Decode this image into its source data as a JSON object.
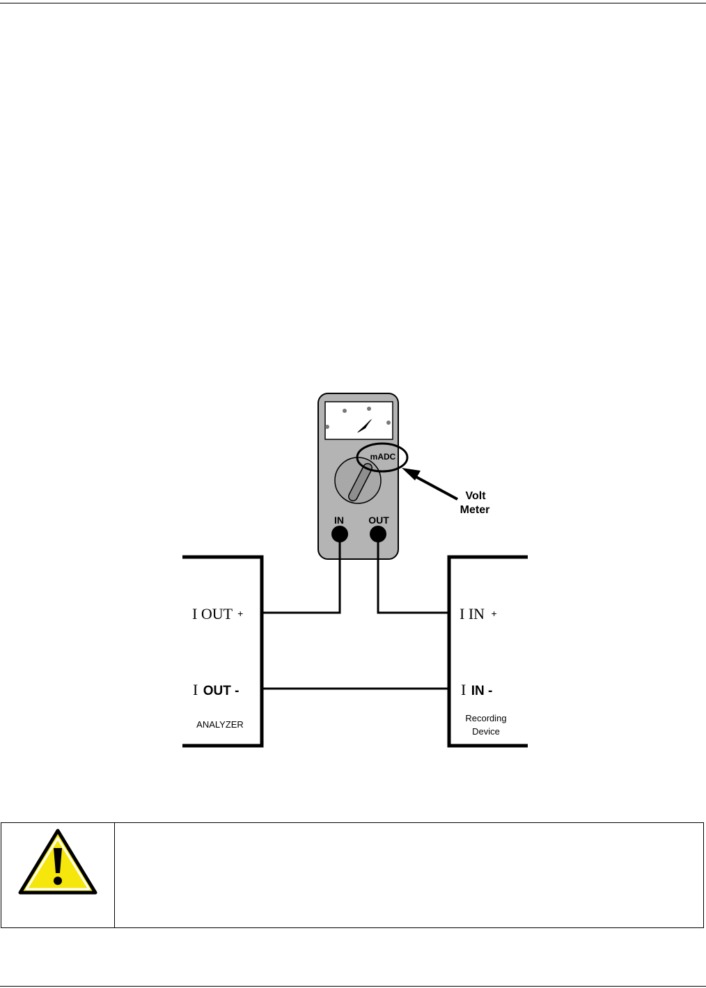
{
  "meter": {
    "range_label": "mADC",
    "jack_in_label": "IN",
    "jack_out_label": "OUT",
    "callout_line1": "Volt",
    "callout_line2": "Meter"
  },
  "analyzer": {
    "terminal_plus_prefix": "I OUT",
    "terminal_plus_sign": "+",
    "terminal_minus_prefix": "I",
    "terminal_minus_rest": "OUT -",
    "name": "ANALYZER"
  },
  "recorder": {
    "terminal_plus_prefix": "I IN",
    "terminal_plus_sign": "+",
    "terminal_minus_prefix": "I",
    "terminal_minus_rest": "IN -",
    "name_line1": "Recording",
    "name_line2": "Device"
  },
  "warning": {
    "icon": "warning-triangle-icon",
    "icon_fill": "#f5e60c",
    "text": ""
  },
  "colors": {
    "meter_body": "#b4b4b4",
    "meter_knob": "#a8a8a8",
    "display_dots": "#777777"
  }
}
